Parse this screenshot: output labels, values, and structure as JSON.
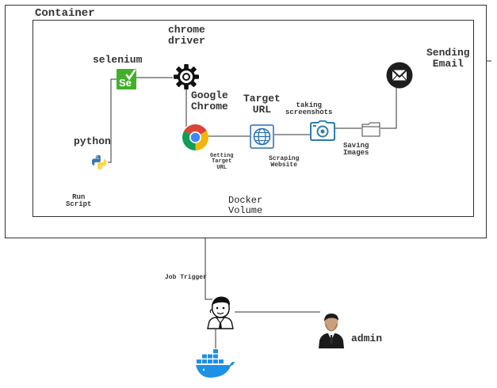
{
  "container": {
    "title": "Container",
    "volume_label": "Docker\nVolume"
  },
  "nodes": {
    "selenium": "selenium",
    "chromedriver": "chrome\ndriver",
    "chrome": "Google\nChrome",
    "target_url": "Target\nURL",
    "taking_screenshots": "taking\nscreenshots",
    "sending_email": "Sending\nEmail",
    "python": "python",
    "run_script": "Run\nScript",
    "getting_target_url": "Getting\nTarget\nURL",
    "scraping_website": "Scraping\nWebsite",
    "saving_images": "Saving\nImages",
    "job_trigger": "Job Trigger",
    "admin": "admin"
  },
  "icons": {
    "selenium_badge": "Se",
    "colors": {
      "selenium": "#43B02A",
      "chrome_red": "#DB4437",
      "chrome_yellow": "#F4B400",
      "chrome_green": "#0F9D58",
      "chrome_blue": "#4285F4",
      "globe": "#2A6FB0",
      "camera": "#2E7DA8",
      "docker": "#1D91E6",
      "python_blue": "#3776AB",
      "python_yellow": "#FFD43B"
    }
  }
}
